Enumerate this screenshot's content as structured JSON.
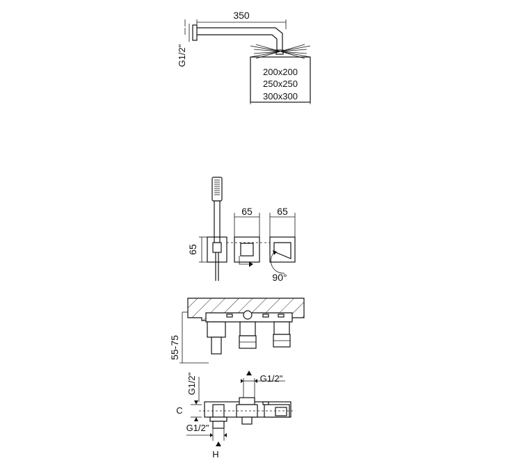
{
  "shower_head": {
    "arm_length": "350",
    "wall_thread": "G1/2\"",
    "sizes": [
      "200x200",
      "250x250",
      "300x300"
    ]
  },
  "front_view": {
    "width_1": "65",
    "width_2": "65",
    "height": "65",
    "rotation": "90°"
  },
  "section_view": {
    "depth_range": "55-75"
  },
  "connections": {
    "top_thread": "G1/2\"",
    "top_right_thread": "G1/2\"",
    "bottom_thread": "G1/2\"",
    "label_c": "C",
    "label_h": "H"
  }
}
